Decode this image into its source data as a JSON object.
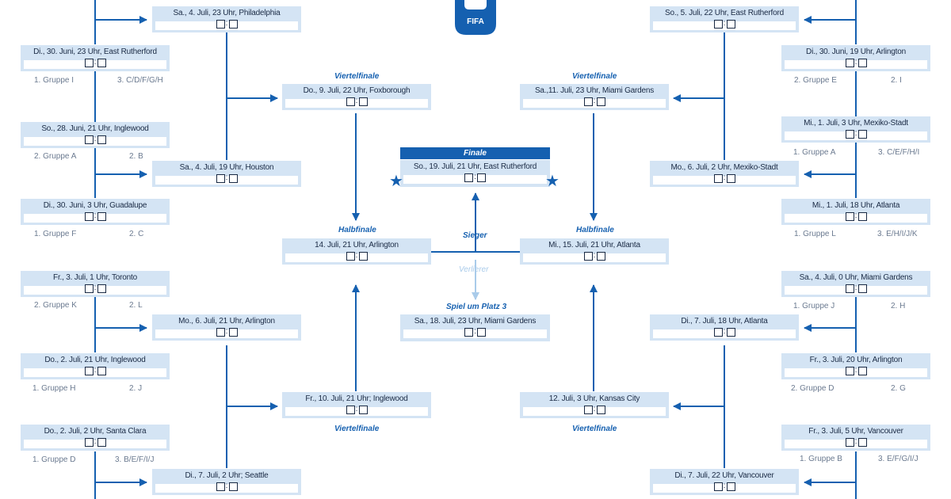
{
  "logo": {
    "text": "FIFA"
  },
  "matches": [
    {
      "id": "m1",
      "label": "Di., 30. Juni, 23 Uhr, East Rutherford",
      "g1": "1. Gruppe I",
      "g2": "3. C/D/F/G/H"
    },
    {
      "id": "m2",
      "label": "So., 28. Juni, 21 Uhr, Inglewood",
      "g1": "2. Gruppe A",
      "g2": "2. B"
    },
    {
      "id": "m3",
      "label": "Di., 30. Juni, 3 Uhr, Guadalupe",
      "g1": "1. Gruppe F",
      "g2": "2. C"
    },
    {
      "id": "m4",
      "label": "Fr., 3. Juli, 1 Uhr, Toronto",
      "g1": "2. Gruppe K",
      "g2": "2. L"
    },
    {
      "id": "m5",
      "label": "Do., 2. Juli, 21 Uhr, Inglewood",
      "g1": "1. Gruppe H",
      "g2": "2. J"
    },
    {
      "id": "m6",
      "label": "Do., 2. Juli, 2 Uhr, Santa Clara",
      "g1": "1. Gruppe D",
      "g2": "3. B/E/F/I/J"
    },
    {
      "id": "m7",
      "label": "Sa., 4. Juli, 23 Uhr, Philadelphia"
    },
    {
      "id": "m8",
      "label": "Sa., 4. Juli, 19 Uhr, Houston"
    },
    {
      "id": "m9",
      "label": "Mo., 6. Juli, 21 Uhr, Arlington"
    },
    {
      "id": "m10",
      "label": "Di., 7. Juli, 2 Uhr; Seattle"
    },
    {
      "id": "m11",
      "label": "Do., 9. Juli, 22 Uhr, Foxborough"
    },
    {
      "id": "m12",
      "label": "Fr., 10. Juli, 21 Uhr; Inglewood"
    },
    {
      "id": "m13",
      "label": "14. Juli, 21 Uhr, Arlington"
    },
    {
      "id": "m14",
      "label": "So., 19. Juli, 21 Uhr, East Rutherford"
    },
    {
      "id": "m15",
      "label": "Sa., 18. Juli, 23 Uhr, Miami Gardens"
    },
    {
      "id": "m16",
      "label": "Sa.,11. Juli, 23 Uhr, Miami Gardens"
    },
    {
      "id": "m17",
      "label": "12. Juli, 3 Uhr, Kansas City"
    },
    {
      "id": "m18",
      "label": "Mi., 15. Juli, 21 Uhr, Atlanta"
    },
    {
      "id": "m19",
      "label": "So., 5. Juli, 22 Uhr, East Rutherford"
    },
    {
      "id": "m20",
      "label": "Mo., 6. Juli, 2 Uhr, Mexiko-Stadt"
    },
    {
      "id": "m21",
      "label": "Di., 7. Juli, 18 Uhr, Atlanta"
    },
    {
      "id": "m22",
      "label": "Di., 7. Juli, 22 Uhr, Vancouver"
    },
    {
      "id": "m23",
      "label": "Di., 30. Juni, 19 Uhr, Arlington",
      "g1": "2. Gruppe E",
      "g2": "2. I"
    },
    {
      "id": "m24",
      "label": "Mi., 1. Juli, 3 Uhr, Mexiko-Stadt",
      "g1": "1. Gruppe A",
      "g2": "3. C/E/F/H/I"
    },
    {
      "id": "m25",
      "label": "Mi., 1. Juli, 18 Uhr, Atlanta",
      "g1": "1. Gruppe L",
      "g2": "3. E/H/I/J/K"
    },
    {
      "id": "m26",
      "label": "Sa., 4. Juli, 0 Uhr, Miami Gardens",
      "g1": "1. Gruppe J",
      "g2": "2. H"
    },
    {
      "id": "m27",
      "label": "Fr., 3. Juli, 20 Uhr, Arlington",
      "g1": "2. Gruppe D",
      "g2": "2. G"
    },
    {
      "id": "m28",
      "label": "Fr., 3. Juli, 5 Uhr, Vancouver",
      "g1": "1. Gruppe B",
      "g2": "3. E/F/G/I/J"
    }
  ],
  "stages": {
    "qf_l1": "Viertelfinale",
    "qf_l2": "Viertelfinale",
    "qf_r1": "Viertelfinale",
    "qf_r2": "Viertelfinale",
    "sf_l": "Halbfinale",
    "sf_r": "Halbfinale",
    "final": "Finale",
    "sieger": "Sieger",
    "verlierer": "Verlierer",
    "third": "Spiel  um Platz 3"
  }
}
